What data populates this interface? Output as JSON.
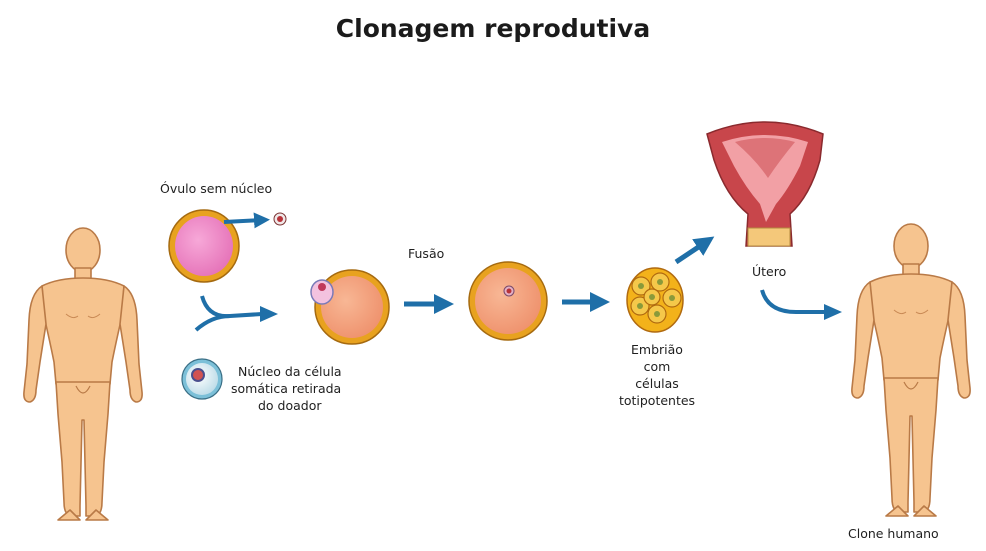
{
  "title": "Clonagem reprodutiva",
  "labels": {
    "ovulo": "Óvulo sem núcleo",
    "nucleo_line1": "Núcleo da célula",
    "nucleo_line2": "somática retirada",
    "nucleo_line3": "do doador",
    "fusao": "Fusão",
    "embriao_line1": "Embrião",
    "embriao_line2": "com",
    "embriao_line3": "células",
    "embriao_line4": "totipotentes",
    "utero": "Útero",
    "clone": "Clone humano"
  },
  "colors": {
    "skin": "#f6c48f",
    "skin_outline": "#b97a47",
    "arrow": "#1f6fa8",
    "egg_pink": "#ee7fc0",
    "egg_peach": "#f4a07c",
    "egg_ring": "#e8a21f",
    "uterus_red": "#c8464b",
    "uterus_pink": "#f2a0a5"
  },
  "icons": {
    "donor": "human-body-icon",
    "clone": "human-body-icon",
    "uterus": "uterus-icon",
    "embryo": "embryo-cells-icon"
  }
}
